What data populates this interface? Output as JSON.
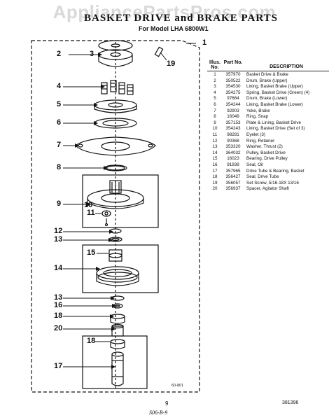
{
  "watermark": "AppliancePartsPros.com",
  "title": "BASKET DRIVE and BRAKE PARTS",
  "model": "For Model LHA 6800W1",
  "table": {
    "col_illus": "Illus. No.",
    "col_part": "Part No.",
    "col_desc": "DESCRIPTION",
    "rows": [
      {
        "no": "1",
        "part": "357970",
        "desc": "Basket Drive & Brake"
      },
      {
        "no": "2",
        "part": "350522",
        "desc": "Drum, Brake (Upper)"
      },
      {
        "no": "3",
        "part": "354530",
        "desc": "Lining, Basket Brake (Upper)"
      },
      {
        "no": "4",
        "part": "354275",
        "desc": "Spring, Basket Drive (Green) (4)"
      },
      {
        "no": "5",
        "part": "97664",
        "desc": "Drum, Brake (Lower)"
      },
      {
        "no": "6",
        "part": "354244",
        "desc": "Lining, Basket Brake (Lower)"
      },
      {
        "no": "7",
        "part": "92903",
        "desc": "Yoke, Brake"
      },
      {
        "no": "8",
        "part": "16049",
        "desc": "Ring, Snap"
      },
      {
        "no": "9",
        "part": "357153",
        "desc": "Plate & Lining, Basket Drive"
      },
      {
        "no": "10",
        "part": "354243",
        "desc": "Lining, Basket Drive (Set of 3)"
      },
      {
        "no": "11",
        "part": "98281",
        "desc": "Eyelet (3)"
      },
      {
        "no": "12",
        "part": "90368",
        "desc": "Ring, Retainer"
      },
      {
        "no": "13",
        "part": "353320",
        "desc": "Washer, Thrust (2)"
      },
      {
        "no": "14",
        "part": "364032",
        "desc": "Pulley, Basket Drive"
      },
      {
        "no": "15",
        "part": "16023",
        "desc": "Bearing, Drive Pulley"
      },
      {
        "no": "16",
        "part": "91939",
        "desc": "Seal, Oil"
      },
      {
        "no": "17",
        "part": "357965",
        "desc": "Drive Tube & Bearing, Basket"
      },
      {
        "no": "18",
        "part": "356427",
        "desc": "Seal, Drive Tube"
      },
      {
        "no": "19",
        "part": "356057",
        "desc": "Set Screw, 5/16-18X 13/16"
      },
      {
        "no": "20",
        "part": "356937",
        "desc": "Spacer, Agitator Shaft"
      }
    ]
  },
  "callouts": {
    "c1": "1",
    "c2": "2",
    "c3": "3",
    "c4": "4",
    "c5": "5",
    "c6": "6",
    "c7": "7",
    "c8": "8",
    "c9": "9",
    "c10": "10",
    "c11": "11",
    "c12": "12",
    "c13a": "13",
    "c14": "14",
    "c15": "15",
    "c13b": "13",
    "c16": "16",
    "c18a": "18",
    "c20": "20",
    "c18b": "18",
    "c17": "17",
    "c19": "19"
  },
  "diagram_code": "60-801",
  "page_number": "9",
  "doc_code": "381396",
  "scrawl": "S06-B-9"
}
